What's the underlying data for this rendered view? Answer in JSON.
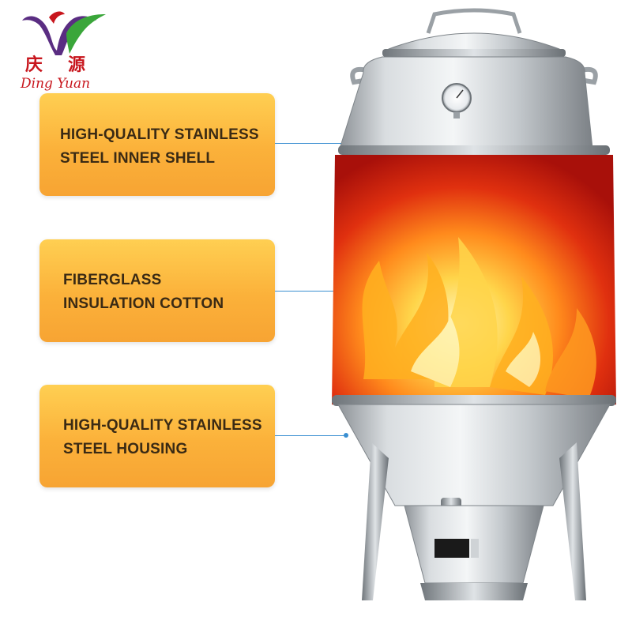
{
  "logo": {
    "cn_1": "庆",
    "cn_2": "源",
    "en": "Ding Yuan"
  },
  "callouts": [
    {
      "line1": "HIGH-QUALITY STAINLESS",
      "line2": "STEEL INNER SHELL"
    },
    {
      "line1": "FIBERGLASS",
      "line2": "INSULATION COTTON"
    },
    {
      "line1": "HIGH-QUALITY STAINLESS",
      "line2": "STEEL HOUSING"
    }
  ],
  "colors": {
    "card_top": "#ffcf52",
    "card_bottom": "#f7a433",
    "leader_line": "#3a8fd1",
    "logo_red": "#c8161d",
    "logo_purple": "#5a2d82",
    "logo_green": "#3aa63a"
  },
  "icons": {
    "logo": "dingyuan-logo",
    "product": "stainless-steel-duck-roaster-oven"
  }
}
